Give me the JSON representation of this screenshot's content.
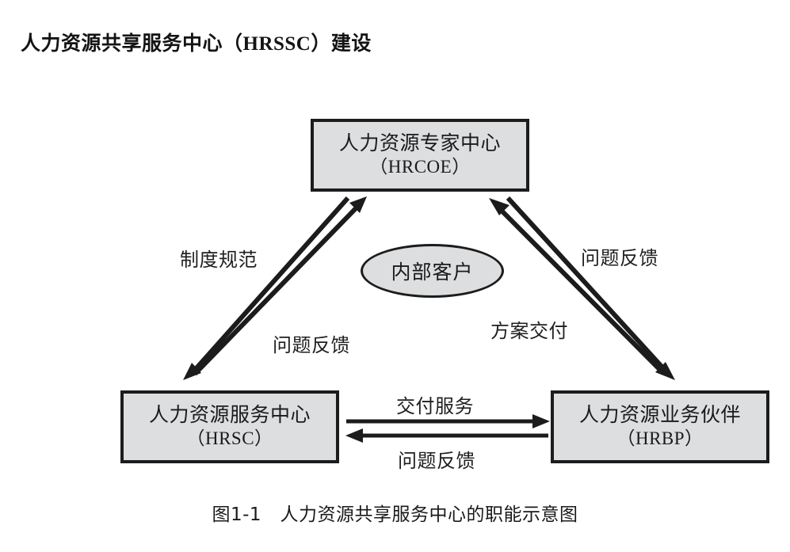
{
  "page": {
    "title": "人力资源共享服务中心（HRSSC）建设",
    "background_color": "#ffffff"
  },
  "figure": {
    "caption": "图1-1　人力资源共享服务中心的职能示意图",
    "colors": {
      "node_fill": "#dddee0",
      "node_border": "#1c1c1c",
      "text": "#1a1a1a",
      "arrow": "#1c1c1c"
    },
    "nodes": [
      {
        "id": "hrcoe",
        "line1": "人力资源专家中心",
        "line2": "（HRCOE）",
        "shape": "rectangle"
      },
      {
        "id": "hrsc",
        "line1": "人力资源服务中心",
        "line2": "（HRSC）",
        "shape": "rectangle"
      },
      {
        "id": "hrbp",
        "line1": "人力资源业务伙伴",
        "line2": "（HRBP）",
        "shape": "rectangle"
      },
      {
        "id": "internal-customer",
        "line1": "内部客户",
        "shape": "ellipse"
      }
    ],
    "edges": [
      {
        "id": "hrsc-to-hrcoe",
        "label": "制度规范",
        "from": "hrcoe",
        "to": "hrsc",
        "direction": "up-right"
      },
      {
        "id": "hrcoe-to-hrsc",
        "label": "问题反馈",
        "from": "hrsc",
        "to": "hrcoe",
        "direction": "down-left"
      },
      {
        "id": "hrbp-to-hrcoe",
        "label": "问题反馈",
        "from": "hrbp",
        "to": "hrcoe",
        "direction": "up-left"
      },
      {
        "id": "hrcoe-to-hrbp",
        "label": "方案交付",
        "from": "hrcoe",
        "to": "hrbp",
        "direction": "down-right"
      },
      {
        "id": "hrsc-to-hrbp",
        "label": "交付服务",
        "from": "hrsc",
        "to": "hrbp",
        "direction": "right"
      },
      {
        "id": "hrbp-to-hrsc",
        "label": "问题反馈",
        "from": "hrbp",
        "to": "hrsc",
        "direction": "left"
      }
    ]
  }
}
